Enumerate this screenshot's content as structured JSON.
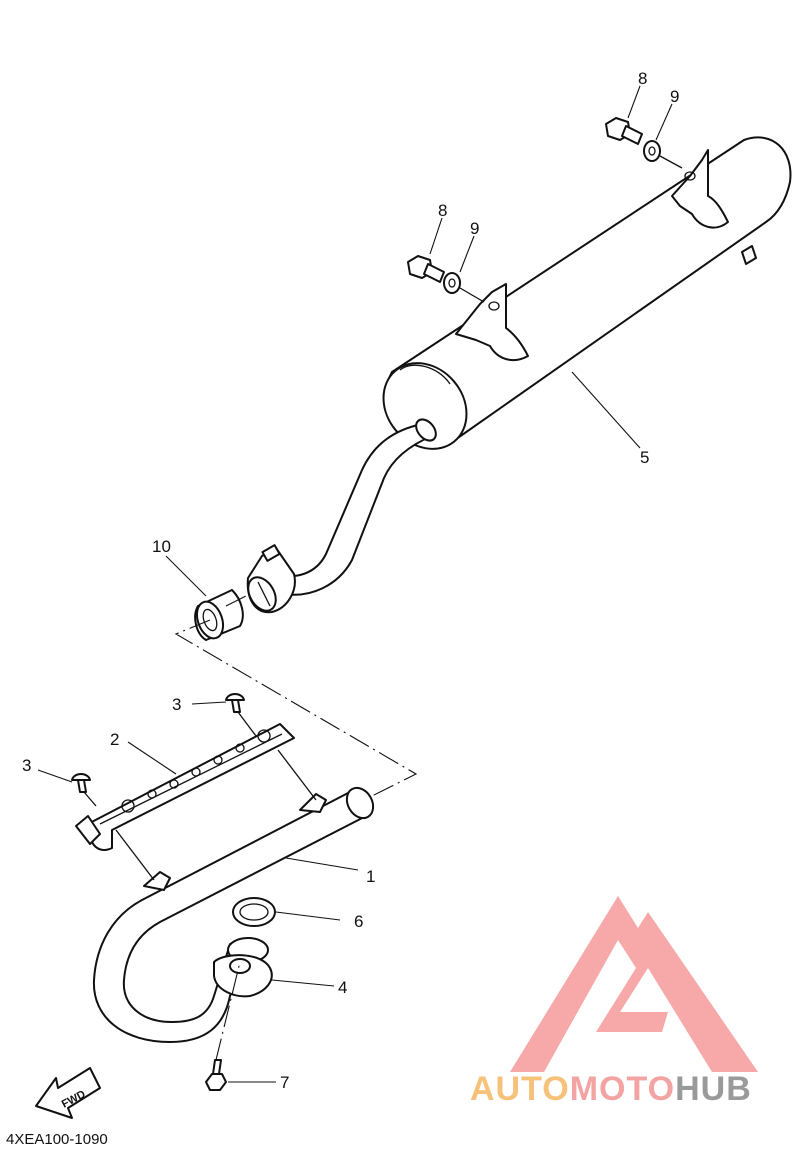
{
  "diagram_code": "4XEA100-1090",
  "fwd_label": "FWD",
  "watermark": {
    "text_auto": "AUTO",
    "text_moto": "MOTO",
    "text_hub": "HUB",
    "color_auto": "#f6c27a",
    "color_moto": "#f4a3a3",
    "color_hub": "#9a9a9a",
    "logo_color": "#f7a3a3"
  },
  "callouts": [
    {
      "id": "c1",
      "label": "1",
      "part": "exhaust pipe"
    },
    {
      "id": "c2",
      "label": "2",
      "part": "protector"
    },
    {
      "id": "c3a",
      "label": "3",
      "part": "screw"
    },
    {
      "id": "c3b",
      "label": "3",
      "part": "screw"
    },
    {
      "id": "c4",
      "label": "4",
      "part": "flange"
    },
    {
      "id": "c5",
      "label": "5",
      "part": "muffler"
    },
    {
      "id": "c6",
      "label": "6",
      "part": "gasket"
    },
    {
      "id": "c7",
      "label": "7",
      "part": "stud bolt"
    },
    {
      "id": "c8a",
      "label": "8",
      "part": "bolt"
    },
    {
      "id": "c8b",
      "label": "8",
      "part": "bolt"
    },
    {
      "id": "c9a",
      "label": "9",
      "part": "washer"
    },
    {
      "id": "c9b",
      "label": "9",
      "part": "washer"
    },
    {
      "id": "c10",
      "label": "10",
      "part": "gasket"
    }
  ]
}
